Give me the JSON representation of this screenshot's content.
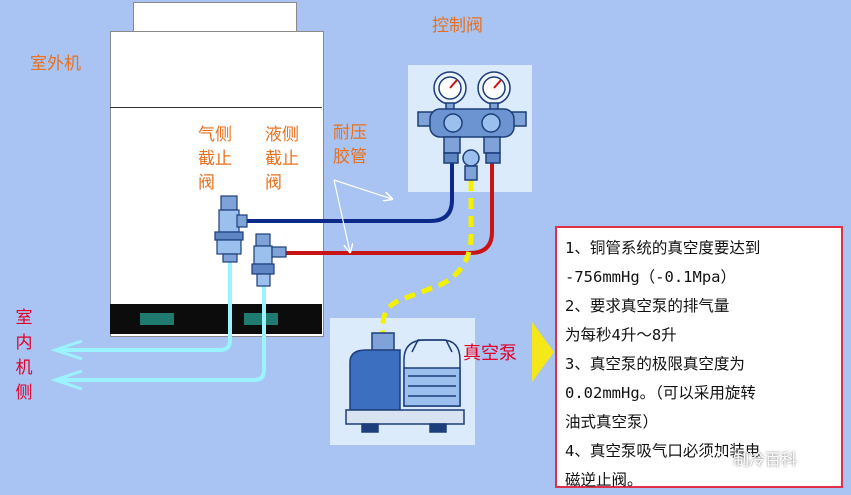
{
  "labels": {
    "outdoor_unit": "室外机",
    "control_valve": "控制阀",
    "gas_valve": [
      "气侧",
      "截止",
      "阀"
    ],
    "liquid_valve": [
      "液侧",
      "截止",
      "阀"
    ],
    "hose": [
      "耐压",
      "胶管"
    ],
    "vacuum_pump": "真空泵",
    "indoor_side": [
      "室",
      "内",
      "机",
      "侧"
    ]
  },
  "notes": [
    "1、铜管系统的真空度要达到",
    "-756mmHg（-0.1Mpa）",
    "2、要求真空泵的排气量",
    "为每秒4升～8升",
    "3、真空泵的极限真空度为",
    "0.02mmHg。（可以采用旋转",
    "油式真空泵）",
    "4、真空泵吸气口必须加装电",
    "磁逆止阀。"
  ],
  "watermark": "制冷百科",
  "colors": {
    "background": "#a9c4f2",
    "label_orange": "#e8701e",
    "label_red": "#e0002a",
    "low_pressure_line": "#0b2a8a",
    "high_pressure_line": "#c81414",
    "vacuum_line": "#f3f000",
    "indoor_pipe": "#9af3ff",
    "note_border": "#e0304a"
  }
}
